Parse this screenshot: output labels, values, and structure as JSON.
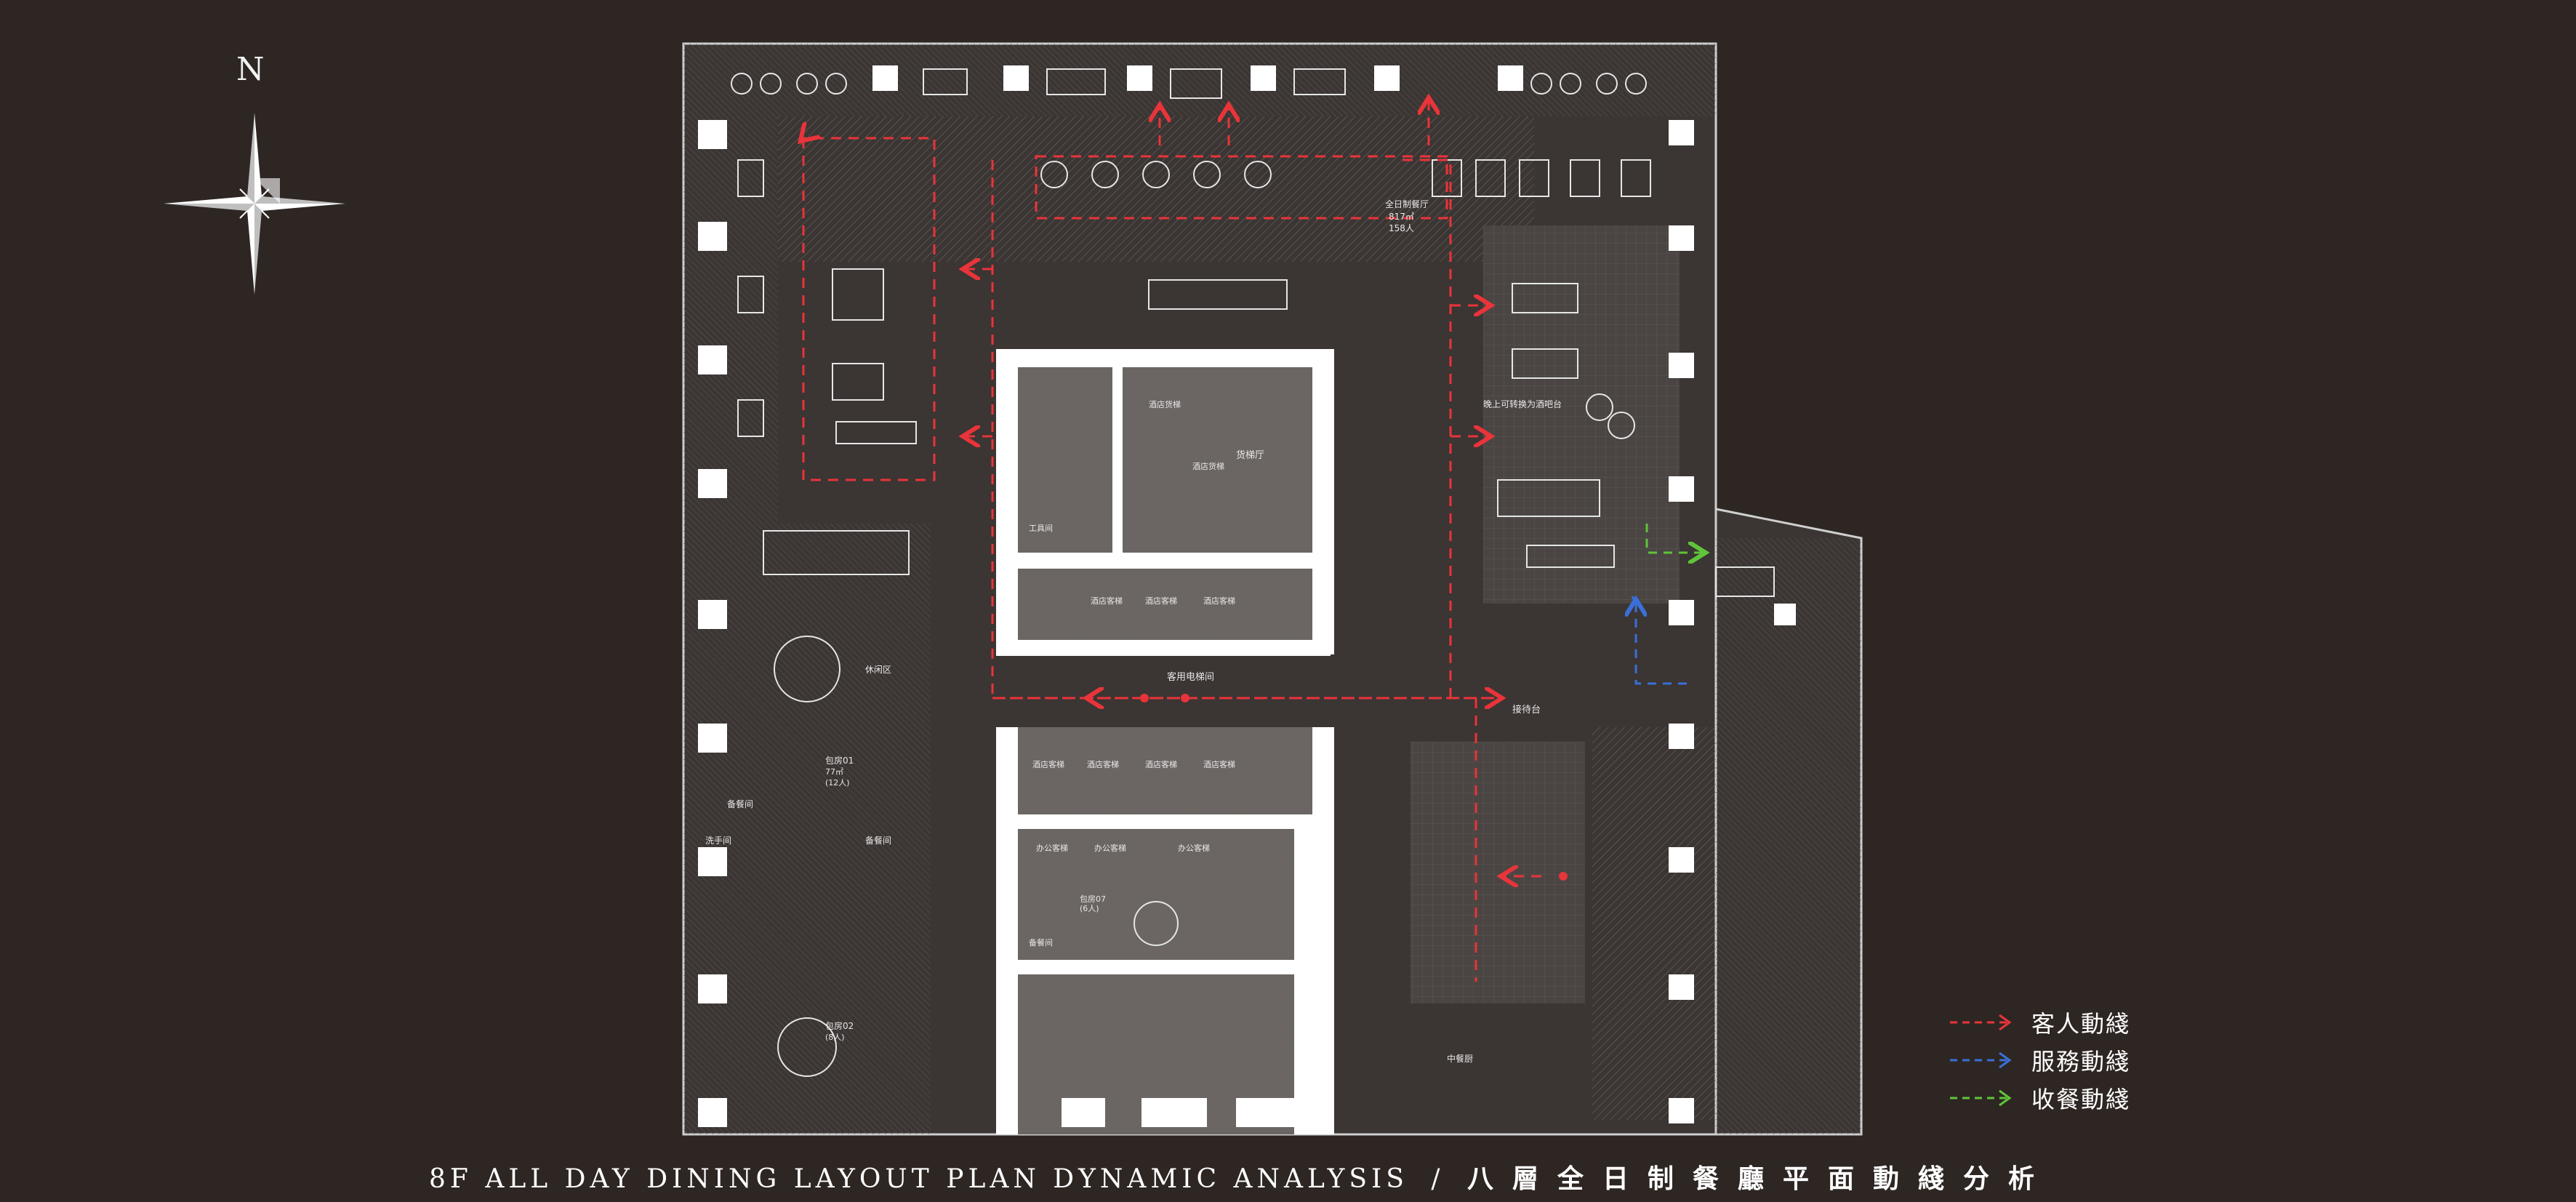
{
  "compass": {
    "north_label": "N"
  },
  "legend": [
    {
      "label": "客人動綫",
      "color": "#e8343a",
      "icon": "dashed-arrow"
    },
    {
      "label": "服務動綫",
      "color": "#3a6fd8",
      "icon": "dashed-arrow"
    },
    {
      "label": "收餐動綫",
      "color": "#5fc43a",
      "icon": "dashed-arrow"
    }
  ],
  "title": {
    "english": "8F ALL DAY DINING LAYOUT PLAN DYNAMIC ANALYSIS",
    "separator": "/",
    "chinese": "八層全日制餐廳平面動綫分析"
  },
  "plan_labels": {
    "dining_hall": "全日制餐厅",
    "dining_area": "817㎡",
    "dining_seats": "158人",
    "guest_elevator_hall": "客用电梯间",
    "freight_hall": "货梯厅",
    "hotel_freight_1": "酒店货梯",
    "hotel_freight_2": "酒店货梯",
    "bar_note": "晚上可转换为酒吧台",
    "reception": "接待台",
    "private_room_1": "包房01",
    "private_room_1_area": "77㎡",
    "private_room_1_seats": "(12人)",
    "private_room_2": "包房02",
    "private_room_2_seats": "(8人)",
    "private_room_7": "包房07",
    "private_room_7_seats": "(6人)",
    "service_1": "备餐间",
    "service_2": "备餐间",
    "service_3": "备餐间",
    "washroom": "洗手间",
    "tool_room": "工具间",
    "office_1": "办公客梯",
    "office_2": "办公客梯",
    "office_3": "办公客梯",
    "hotel_guest_1": "酒店客梯",
    "hotel_guest_2": "酒店客梯",
    "hotel_guest_3": "酒店客梯",
    "hotel_guest_4": "酒店客梯",
    "hotel_guest_5": "酒店客梯",
    "hotel_guest_6": "酒店客梯",
    "hotel_guest_7": "酒店客梯",
    "chinese_kitchen": "中餐厨",
    "rest_area": "休闲区"
  }
}
